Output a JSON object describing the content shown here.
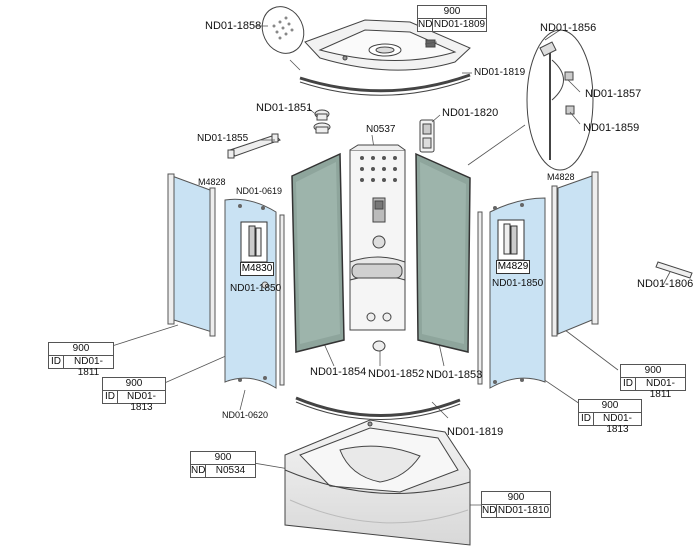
{
  "labels": {
    "nd01_1858": "ND01-1858",
    "nd01_1856": "ND01-1856",
    "nd01_1857": "ND01-1857",
    "nd01_1859": "ND01-1859",
    "nd01_1819_top": "ND01-1819",
    "nd01_1851": "ND01-1851",
    "nd01_1820": "ND01-1820",
    "nd01_1855": "ND01-1855",
    "n0537": "N0537",
    "m4828_l": "M4828",
    "m4828_r": "M4828",
    "nd01_0619": "ND01-0619",
    "nd01_0620": "ND01-0620",
    "m4830": "M4830",
    "m4829": "M4829",
    "nd01_1850_l": "ND01-1850",
    "nd01_1850_r": "ND01-1850",
    "nd01_1806": "ND01-1806",
    "nd01_1854": "ND01-1854",
    "nd01_1852": "ND01-1852",
    "nd01_1853": "ND01-1853",
    "nd01_1819_bottom": "ND01-1819"
  },
  "tables": {
    "top": {
      "size": "900",
      "prefix": "ND",
      "code": "ND01-1809"
    },
    "left_1811": {
      "size": "900",
      "prefix": "ID",
      "code": "ND01-1811"
    },
    "left_1813": {
      "size": "900",
      "prefix": "ID",
      "code": "ND01-1813"
    },
    "right_1811": {
      "size": "900",
      "prefix": "ID",
      "code": "ND01-1811"
    },
    "right_1813": {
      "size": "900",
      "prefix": "ID",
      "code": "ND01-1813"
    },
    "tray_0534": {
      "size": "900",
      "prefix": "ND",
      "code": "N0534"
    },
    "tray_1810": {
      "size": "900",
      "prefix": "ND",
      "code": "ND01-1810"
    }
  },
  "colors": {
    "glass_blue": "#c9e2f3",
    "glass_grey": "#8ea59c",
    "frame": "#555555"
  }
}
